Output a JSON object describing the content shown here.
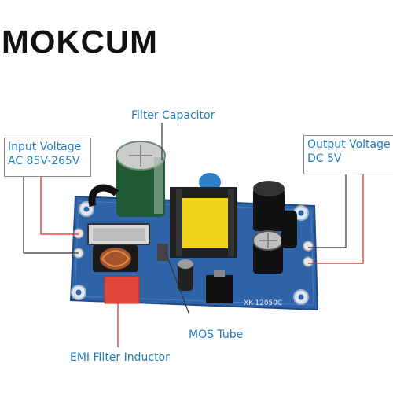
{
  "brand": {
    "name": "MOKCUM"
  },
  "labels": {
    "filter_capacitor": "Filter Capacitor",
    "input_voltage": {
      "line1": "Input Voltage",
      "line2": "AC 85V-265V"
    },
    "output_voltage": {
      "line1": "Output Voltage",
      "line2": "DC 5V"
    },
    "mos_tube": "MOS Tube",
    "emi_filter_inductor": "EMI Filter Inductor"
  },
  "board": {
    "silkscreen_model": "XK-12050C"
  },
  "colors": {
    "label_text": "#1e7fbf",
    "pcb_blue": "#2f63a8",
    "leader_black": "#333333",
    "leader_red": "#e02020",
    "transformer_yellow": "#f2d21a",
    "inductor_red": "#e0483a"
  }
}
